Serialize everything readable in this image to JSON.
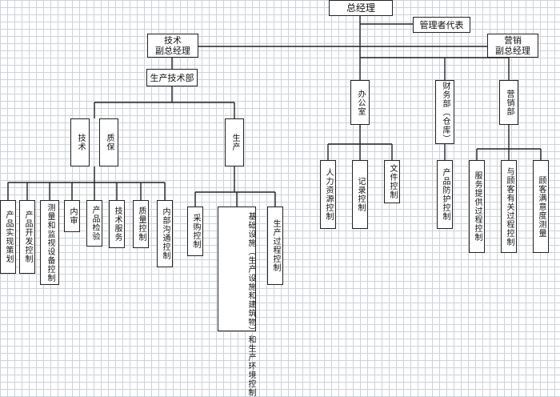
{
  "colors": {
    "line": "#222222",
    "grid": "#cdd3d9",
    "box_fill": "#ffffff"
  },
  "org": {
    "gm": "总经理",
    "mgmt_rep": "管理者代表",
    "tech_vp": "技术\n副总经理",
    "sales_vp": "营销\n副总经理",
    "prod_tech_dept": "生产技术部",
    "tech": "技术",
    "quality": "质保",
    "production": "生产",
    "office": "办公室",
    "finance": "财务部（仓库）",
    "sales_dept": "营销部",
    "leaves": {
      "product_planning": "产品实现策划",
      "product_dev": "产品开发控制",
      "measure_equip": "测量和监视设备控制",
      "internal_audit": "内审",
      "product_inspection": "产品检验",
      "tech_service": "技术服务",
      "quality_control": "质量控制",
      "internal_comm": "内部沟通控制",
      "purchase": "采购控制",
      "infra": "基础设施（生产设施和建筑物）",
      "env_control": "和生产环境控制",
      "process_control": "生产过程控制",
      "hr": "人力资源控制",
      "records": "记录控制",
      "documents": "文件控制",
      "protection": "产品防护控制",
      "service_process": "服务提供过程控制",
      "customer_process": "与顾客有关过程控制",
      "satisfaction": "顾客满意度测量"
    }
  }
}
